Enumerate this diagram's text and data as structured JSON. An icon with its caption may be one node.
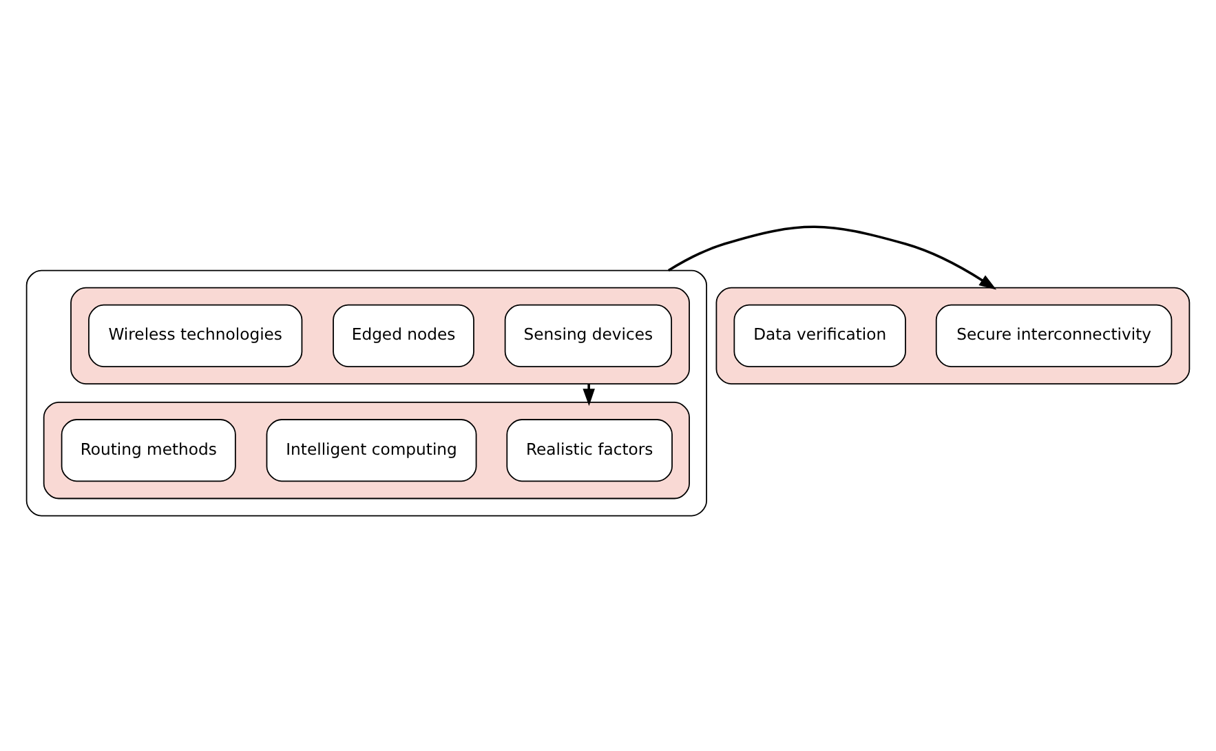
{
  "diagram": {
    "nodes": [
      {
        "text": [],
        "shape": "box"
      },
      {
        "text": [],
        "shape": "box",
        "in": 0
      },
      {
        "text": [
          "Sensing devices"
        ],
        "in": 1
      },
      {
        "text": [
          "Edged nodes"
        ],
        "in": 1
      },
      {
        "text": [
          "Wireless technologies"
        ],
        "in": 1
      },
      {
        "text": [],
        "shape": "box",
        "in": 0
      },
      {
        "text": [
          "Realistic factors"
        ],
        "in": 5
      },
      {
        "text": [
          "Intelligent computing"
        ],
        "in": 5
      },
      {
        "text": [
          "Routing methods"
        ],
        "in": 5
      },
      {
        "text": [],
        "shape": "box"
      },
      {
        "text": [
          "Secure interconnectivity"
        ],
        "in": 9
      },
      {
        "text": [
          "Data verification"
        ],
        "in": 9
      }
    ],
    "edges": [
      {
        "from": 1,
        "to": 5,
        "arrow": "to"
      },
      {
        "from": 0,
        "to": 9,
        "arrow": "to"
      }
    ]
  }
}
